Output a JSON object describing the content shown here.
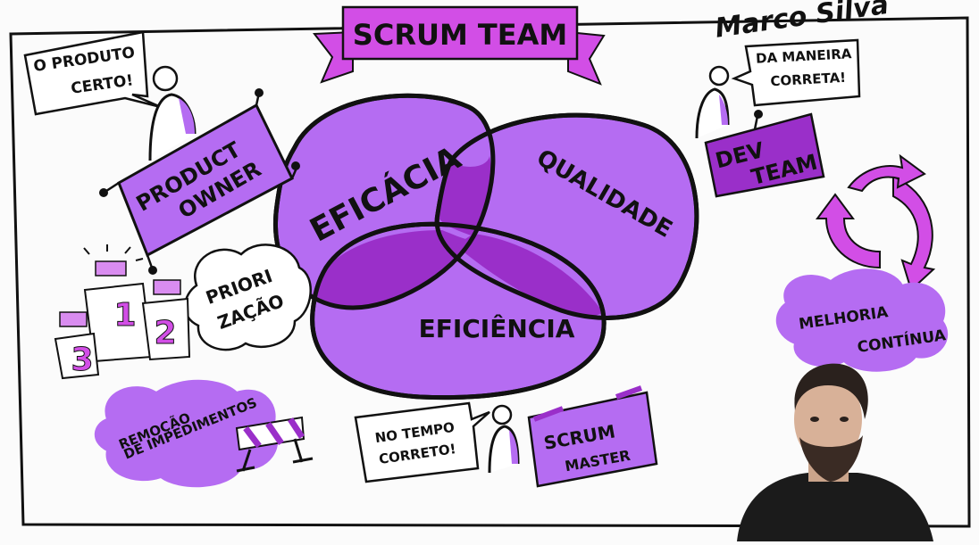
{
  "title": "SCRUM TEAM",
  "signature": "Marco Silva",
  "venn": {
    "circle_a": "EFICÁCIA",
    "circle_b": "QUALIDADE",
    "circle_c": "EFICIÊNCIA"
  },
  "product_owner": {
    "label_line1": "PRODUCT",
    "label_line2": "OWNER",
    "speech_line1": "O PRODUTO",
    "speech_line2": "CERTO!"
  },
  "dev_team": {
    "label_line1": "DEV",
    "label_line2": "TEAM",
    "speech_line1": "DA MANEIRA",
    "speech_line2": "CORRETA!"
  },
  "scrum_master": {
    "label_line1": "SCRUM",
    "label_line2": "MASTER",
    "speech_line1": "NO TEMPO",
    "speech_line2": "CORRETO!"
  },
  "prioritization": {
    "line1": "PRIORI",
    "line2": "ZAÇÃO",
    "podium": [
      "1",
      "2",
      "3"
    ]
  },
  "impediments": {
    "line1": "REMOÇÃO",
    "line2": "DE IMPEDIMENTOS"
  },
  "improvement": {
    "line1": "MELHORIA",
    "line2": "CONTÍNUA"
  },
  "colors": {
    "purple": "#b56cf2",
    "dark_purple": "#9a2fc9",
    "magenta": "#d24ee6",
    "ink": "#111111"
  }
}
